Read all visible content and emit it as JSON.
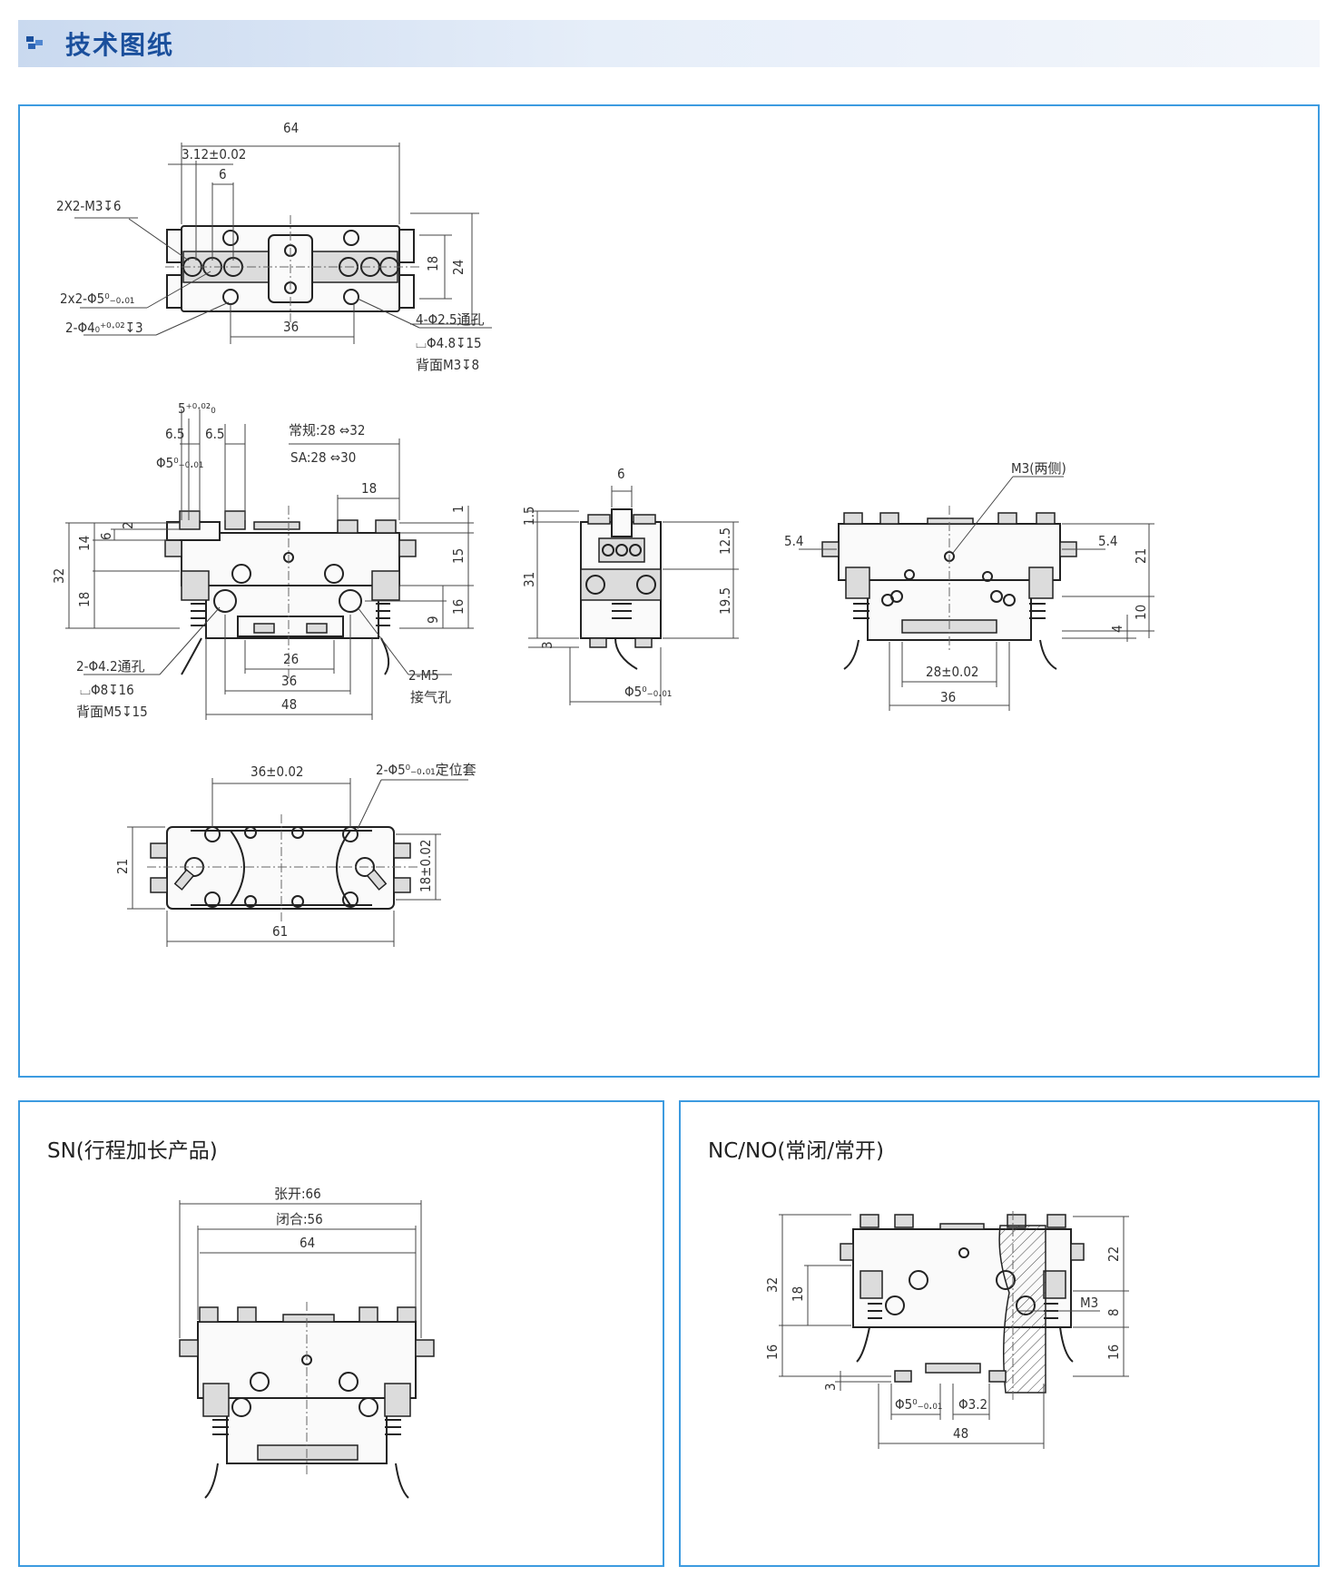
{
  "header": {
    "title": "技术图纸",
    "accent": "#1a4f9c",
    "border": "#3d9be0"
  },
  "top_view": {
    "d64": "64",
    "d3_12": "3.12±0.02",
    "d6": "6",
    "d18": "18",
    "d24": "24",
    "d36": "36",
    "l_m3": "2X2-M3↧6",
    "l_phi5": "2x2-Φ5⁰₋₀.₀₁",
    "l_phi4": "2-Φ4₀⁺⁰·⁰²↧3",
    "l_hole1": "4-Φ2.5通孔",
    "l_hole2": "⌴Φ4.8↧15",
    "l_hole3": "背面M3↧8"
  },
  "front_view": {
    "d5": "5⁺⁰·⁰²₀",
    "d6_5a": "6.5",
    "d6_5b": "6.5",
    "d_phi5": "Φ5⁰₋₀.₀₁",
    "stroke1": "常规:28 ⇔32",
    "stroke2": "SA:28 ⇔30",
    "d18": "18",
    "d1": "1",
    "d15": "15",
    "d16": "16",
    "d9": "9",
    "d32": "32",
    "d14": "14",
    "d18v": "18",
    "d6v": "6",
    "d2v": "2",
    "d26": "26",
    "d36": "36",
    "d48": "48",
    "l_hole1": "2-Φ4.2通孔",
    "l_hole2": "⌴Φ8↧16",
    "l_hole3": "背面M5↧15",
    "l_m5": "2-M5",
    "l_air": "接气孔"
  },
  "side_view": {
    "d6": "6",
    "d1_5": "1.5",
    "d31": "31",
    "d12_5": "12.5",
    "d19_5": "19.5",
    "d3": "3",
    "d_phi5": "Φ5⁰₋₀.₀₁"
  },
  "back_view": {
    "l_m3": "M3(两侧)",
    "d5_4a": "5.4",
    "d5_4b": "5.4",
    "d21": "21",
    "d10": "10",
    "d4": "4",
    "d28": "28±0.02",
    "d36": "36"
  },
  "bottom_view": {
    "d36": "36±0.02",
    "l_phi5": "2-Φ5⁰₋₀.₀₁定位套",
    "d21": "21",
    "d18": "18±0.02",
    "d61": "61"
  },
  "sn": {
    "title": "SN(行程加长产品)",
    "open": "张开:66",
    "close": "闭合:56",
    "d64": "64"
  },
  "nc": {
    "title": "NC/NO(常闭/常开)",
    "d32": "32",
    "d18": "18",
    "d16": "16",
    "d3": "3",
    "d22": "22",
    "d8": "8",
    "d16r": "16",
    "m3": "M3",
    "d_phi5": "Φ5⁰₋₀.₀₁",
    "d_phi3": "Φ3.2",
    "d48": "48"
  }
}
